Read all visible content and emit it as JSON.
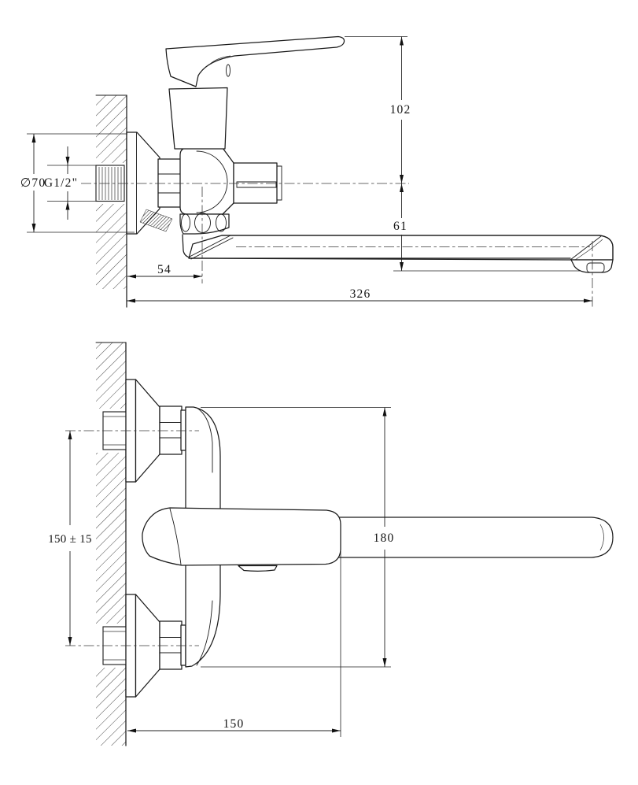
{
  "page": {
    "background": "#ffffff",
    "line_color": "#1a1a1a"
  },
  "drawing": {
    "kind": "technical dimension drawing",
    "subject": "wall-mounted single-lever mixer faucet with long swivel spout",
    "views": {
      "side_view": {
        "dimensions": {
          "handle_height": "102",
          "axis_to_spout_outlet": "61",
          "wall_to_pivot": "54",
          "wall_to_spout_end": "326",
          "flange_diameter": "∅70",
          "thread_size": "G1/2\""
        }
      },
      "plan_view": {
        "dimensions": {
          "mounting_centers": "150 ± 15",
          "depth_span": "180",
          "wall_to_handle_tip": "150"
        }
      }
    }
  }
}
